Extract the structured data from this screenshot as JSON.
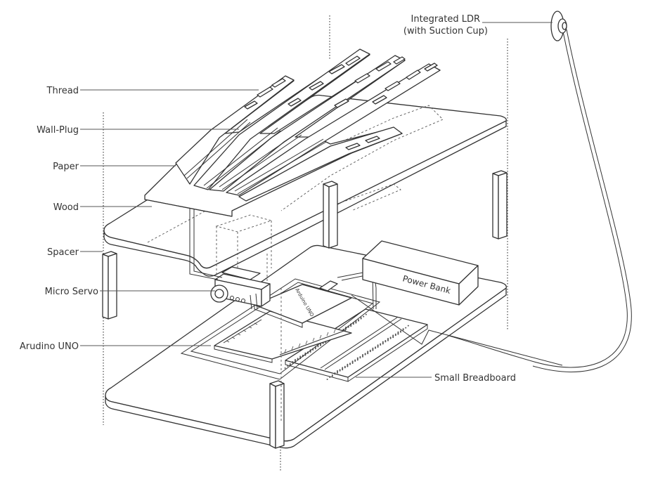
{
  "labels": {
    "thread": "Thread",
    "wall_plug": "Wall-Plug",
    "paper": "Paper",
    "wood": "Wood",
    "spacer": "Spacer",
    "micro_servo": "Micro Servo",
    "arduino_uno": "Arudino UNO",
    "small_breadboard": "Small Breadboard",
    "ldr_line1": "Integrated LDR",
    "ldr_line2": "(with Suction Cup)",
    "power_bank": "Power Bank",
    "board_text": "Arduino UNO"
  },
  "colors": {
    "stroke": "#333333",
    "label": "#333333",
    "background": "#ffffff"
  }
}
